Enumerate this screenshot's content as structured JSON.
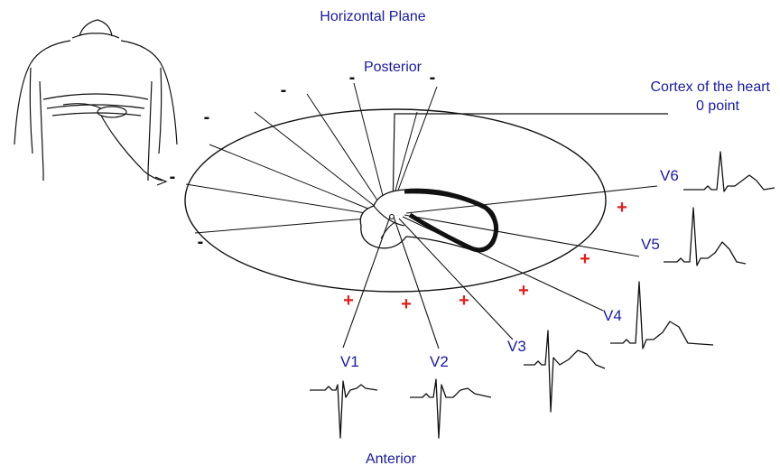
{
  "title": "Horizontal Plane",
  "labels": {
    "posterior": "Posterior",
    "anterior": "Anterior",
    "cortex_line1": "Cortex of the heart",
    "cortex_line2": "0 point"
  },
  "leads": [
    {
      "id": "V1",
      "label": "V1"
    },
    {
      "id": "V2",
      "label": "V2"
    },
    {
      "id": "V3",
      "label": "V3"
    },
    {
      "id": "V4",
      "label": "V4"
    },
    {
      "id": "V5",
      "label": "V5"
    },
    {
      "id": "V6",
      "label": "V6"
    }
  ],
  "signs": {
    "negative": "-",
    "positive": "+"
  },
  "colors": {
    "label_text": "#1a1aa6",
    "positive_sign": "#e0201c",
    "negative_sign": "#111111",
    "line": "#111111"
  }
}
